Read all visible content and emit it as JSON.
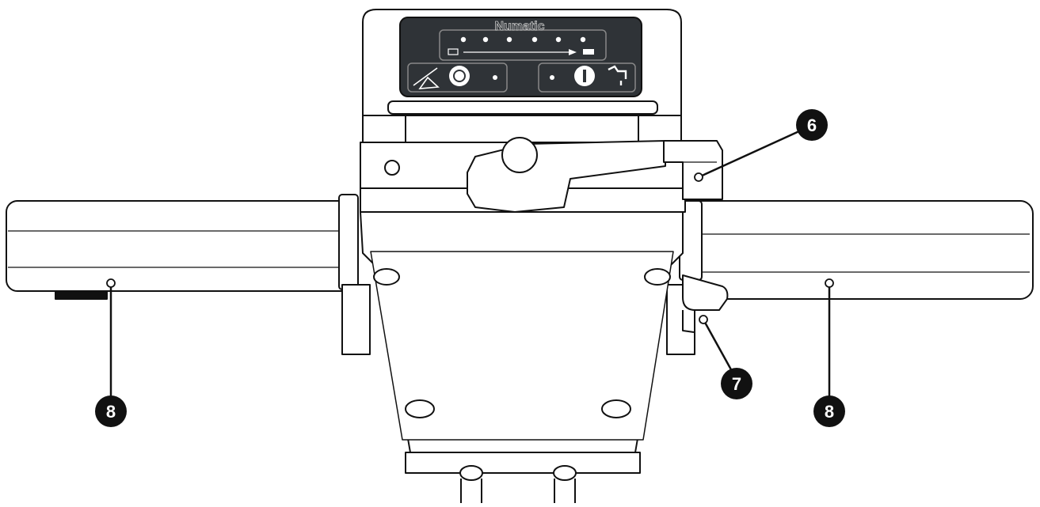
{
  "brand": "Numatic",
  "callouts": [
    {
      "id": "handle-left",
      "number": "8"
    },
    {
      "id": "lever",
      "number": "6"
    },
    {
      "id": "trigger",
      "number": "7"
    },
    {
      "id": "handle-right",
      "number": "8"
    }
  ],
  "panel": {
    "led_count": 6,
    "icons": [
      "battery-empty-icon",
      "battery-full-icon",
      "scrub-brush-icon",
      "brush-rotation-button-icon",
      "power-button-icon",
      "water-tap-icon"
    ]
  },
  "colors": {
    "outline": "#111111",
    "panel": "#2f3337",
    "callout": "#111111",
    "callout_text": "#ffffff"
  }
}
